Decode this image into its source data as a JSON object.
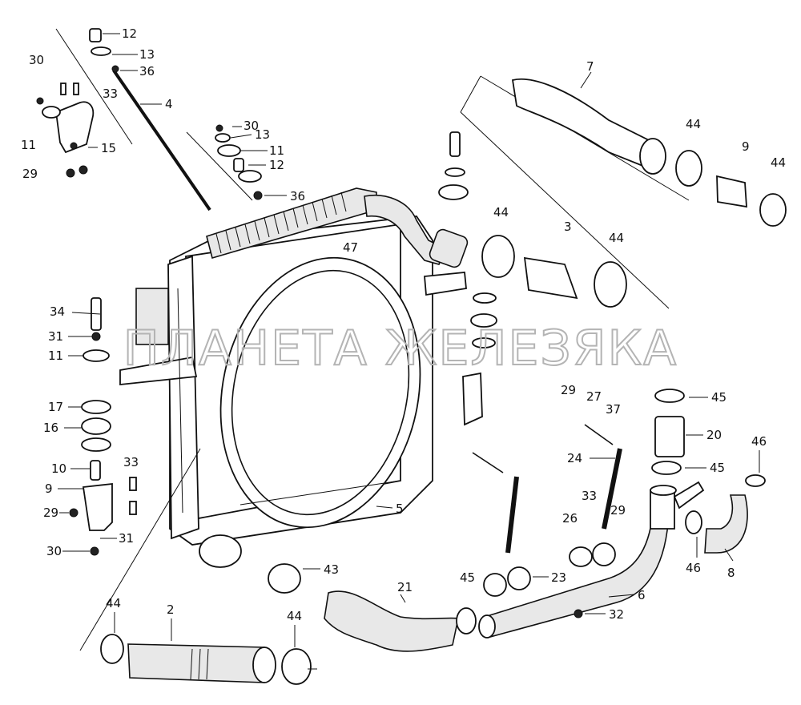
{
  "diagram": {
    "watermark": "ПЛАНЕТА ЖЕЛЕЗЯКА",
    "colors": {
      "line": "#111111",
      "background": "#ffffff",
      "watermark": "#b4b4b4"
    },
    "callouts": [
      "12",
      "13",
      "36",
      "4",
      "30",
      "33",
      "11",
      "15",
      "29",
      "30",
      "13",
      "11",
      "12",
      "36",
      "7",
      "44",
      "9",
      "44",
      "44",
      "3",
      "44",
      "47",
      "34",
      "31",
      "11",
      "17",
      "16",
      "10",
      "9",
      "29",
      "30",
      "33",
      "31",
      "29",
      "27",
      "37",
      "24",
      "45",
      "20",
      "45",
      "46",
      "33",
      "29",
      "26",
      "8",
      "46",
      "5",
      "45",
      "23",
      "43",
      "21",
      "6",
      "32",
      "44",
      "2",
      "44"
    ]
  }
}
